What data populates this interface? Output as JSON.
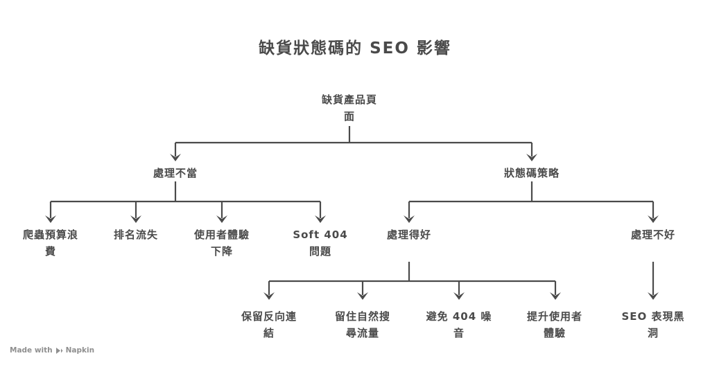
{
  "title": "缺貨狀態碼的 SEO 影響",
  "watermark": {
    "prefix": "Made with",
    "brand": "Napkin"
  },
  "colors": {
    "ink": "#4a4a4a",
    "watermark_gray": "#8f8f8f",
    "background": "#ffffff"
  },
  "tree": {
    "root": {
      "label": "缺貨產品頁面",
      "children": [
        {
          "label": "處理不當",
          "children": [
            {
              "label": "爬蟲預算浪費"
            },
            {
              "label": "排名流失"
            },
            {
              "label": "使用者體驗下降"
            },
            {
              "label": "Soft 404 問題"
            }
          ]
        },
        {
          "label": "狀態碼策略",
          "children": [
            {
              "label": "處理得好",
              "children": [
                {
                  "label": "保留反向連結"
                },
                {
                  "label": "留住自然搜尋流量"
                },
                {
                  "label": "避免 404 噪音"
                },
                {
                  "label": "提升使用者體驗"
                }
              ]
            },
            {
              "label": "處理不好",
              "children": [
                {
                  "label": "SEO 表現黑洞"
                }
              ]
            }
          ]
        }
      ]
    }
  }
}
